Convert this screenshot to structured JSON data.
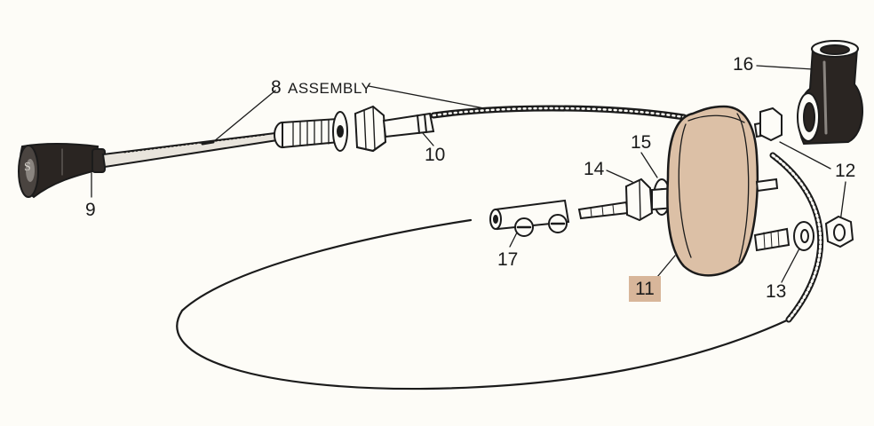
{
  "colors": {
    "ink": "#1b1b1b",
    "paper": "#fdfcf7",
    "highlight_fill": "#d8b69a",
    "part_tint": "#dcc0a6"
  },
  "labels": {
    "l8": "8",
    "assembly": "ASSEMBLY",
    "l9": "9",
    "l10": "10",
    "l11": "11",
    "l12": "12",
    "l13": "13",
    "l14": "14",
    "l15": "15",
    "l16": "16",
    "l17": "17"
  },
  "knob_marking": "S",
  "highlighted_part": "11"
}
